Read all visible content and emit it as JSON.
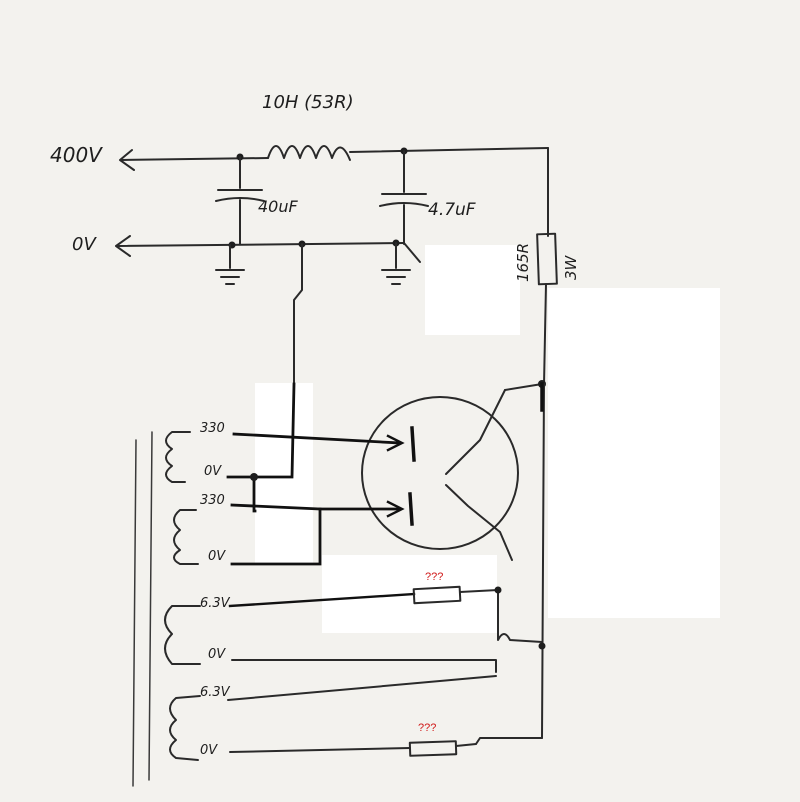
{
  "diagram": {
    "choke_label": "10H (53R)",
    "b_plus_label": "400V",
    "ground_label": "0V",
    "cap1_label": "40uF",
    "cap2_label": "4.7uF",
    "resistor_label": "165R",
    "resistor_watt_label": "3W",
    "winding_hv_a_top": "330",
    "winding_hv_a_bottom": "0V",
    "winding_hv_b_top": "330",
    "winding_hv_b_bottom": "0V",
    "winding_heater_a_top": "6.3V",
    "winding_heater_a_bottom": "0V",
    "winding_heater_b_top": "6.3V",
    "winding_heater_b_bottom": "0V",
    "unknown_resistor_a": "???",
    "unknown_resistor_b": "???"
  },
  "colors": {
    "paper": "#f3f2ee",
    "pencil": "#2a2a2a",
    "ink": "#111111",
    "question_marks": "#d01818"
  }
}
